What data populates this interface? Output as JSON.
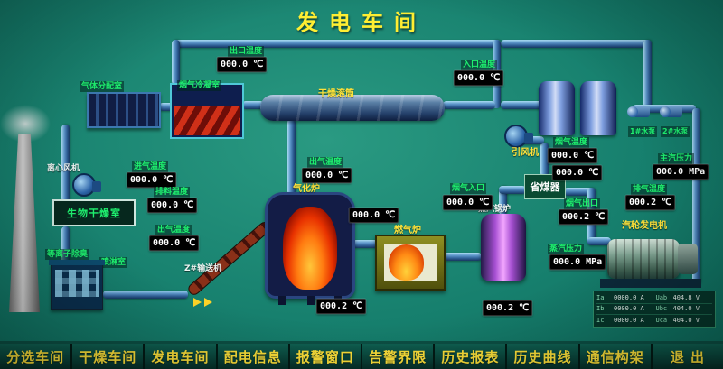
{
  "title": "发电车间",
  "colors": {
    "background": "#17806e",
    "accent_yellow": "#ffe23a",
    "label_green": "#1ef06e",
    "display_bg": "#000000",
    "display_text": "#ffffff"
  },
  "equipment_labels": {
    "gas_distribution": "气体分配室",
    "flue_condenser": "烟气冷凝室",
    "drying_drum": "干燥滚筒",
    "centrifugal_fan": "离心风机",
    "bio_drying_room": "生物干燥室",
    "plasma_deodorizer": "等离子除臭",
    "spray_room": "喷淋室",
    "gasifier": "气化炉",
    "conveyor": "Z#输送机",
    "gas_furnace": "燃气炉",
    "steam_boiler": "蒸汽锅炉",
    "economizer": "省煤器",
    "induced_fan": "引风机",
    "turbine_generator": "汽轮发电机",
    "pump_1": "1#水泵",
    "pump_2": "2#水泵"
  },
  "readouts": {
    "outlet_temp": {
      "label": "出口温度",
      "value": "000.0 ℃"
    },
    "inlet_temp": {
      "label": "入口温度",
      "value": "000.0 ℃"
    },
    "intake_temp": {
      "label": "进气温度",
      "value": "000.0 ℃"
    },
    "discharge_temp": {
      "label": "排料温度",
      "value": "000.0 ℃"
    },
    "bio_outlet_temp": {
      "label": "出气温度",
      "value": "000.0 ℃"
    },
    "drum_outlet_temp": {
      "label": "出气温度",
      "value": "000.0 ℃"
    },
    "furnace_inlet_temp": {
      "value": "000.0 ℃"
    },
    "flue_inlet": {
      "label": "烟气入口",
      "value": "000.0 ℃"
    },
    "gasifier_temp": {
      "value": "000.2 ℃"
    },
    "boiler_temp": {
      "value": "000.2 ℃"
    },
    "flue_temp_a": {
      "label": "烟气温度",
      "value": "000.0 ℃"
    },
    "flue_temp_b": {
      "value": "000.0 ℃"
    },
    "flue_outlet": {
      "label": "烟气出口",
      "value": "000.2 ℃"
    },
    "steam_pressure": {
      "label": "蒸汽压力",
      "value": "000.0 MPa"
    },
    "main_steam_pressure": {
      "label": "主汽压力",
      "value": "000.0 MPa"
    },
    "exhaust_temp": {
      "label": "排气温度",
      "value": "000.2 ℃"
    }
  },
  "generator_panel": {
    "rows": [
      [
        "Ia",
        "0000.0 A",
        "Uab",
        "404.8 V"
      ],
      [
        "Ib",
        "0000.0 A",
        "Ubc",
        "404.0 V"
      ],
      [
        "Ic",
        "0000.0 A",
        "Uca",
        "404.0 V"
      ]
    ]
  },
  "nav": {
    "items": [
      "分选车间",
      "干燥车间",
      "发电车间",
      "配电信息",
      "报警窗口",
      "告警界限",
      "历史报表",
      "历史曲线",
      "通信构架",
      "退 出"
    ]
  }
}
